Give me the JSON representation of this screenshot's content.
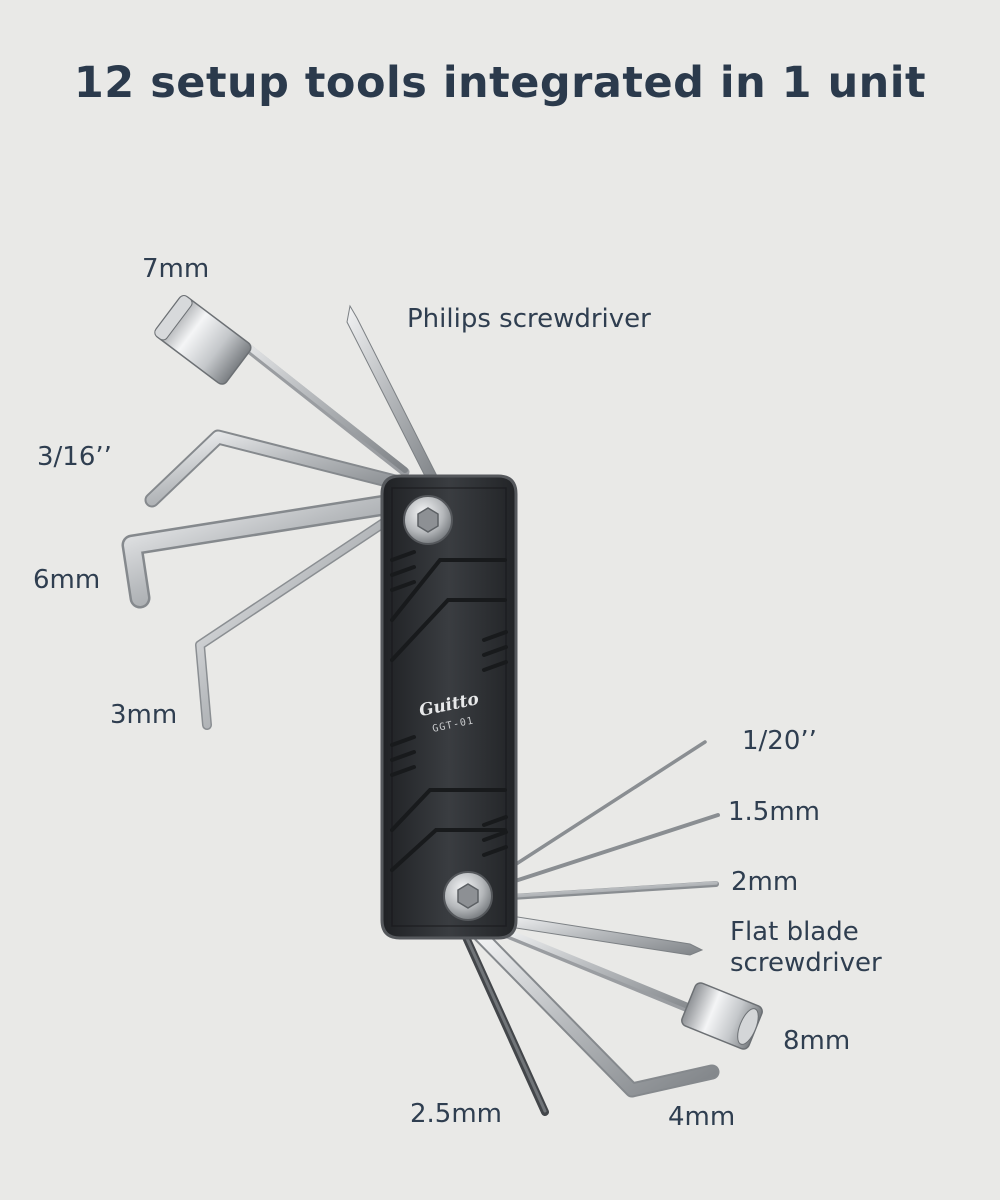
{
  "title": "12 setup tools integrated in 1 unit",
  "labels": {
    "mm7": "7mm",
    "philips": "Philips screwdriver",
    "in3_16": "3/16’’",
    "mm6": "6mm",
    "mm3": "3mm",
    "in1_20": "1/20’’",
    "mm1_5": "1.5mm",
    "mm2": "2mm",
    "flat_line1": "Flat blade",
    "flat_line2": "screwdriver",
    "mm8": "8mm",
    "mm2_5": "2.5mm",
    "mm4": "4mm"
  },
  "device": {
    "brand": "Guitto",
    "model": "GGT-01"
  },
  "colors": {
    "background": "#e9e9e7",
    "text": "#2f3e50",
    "title": "#2b3a4c",
    "body": "#2a2c2f",
    "steel": "#b9bcbf"
  }
}
